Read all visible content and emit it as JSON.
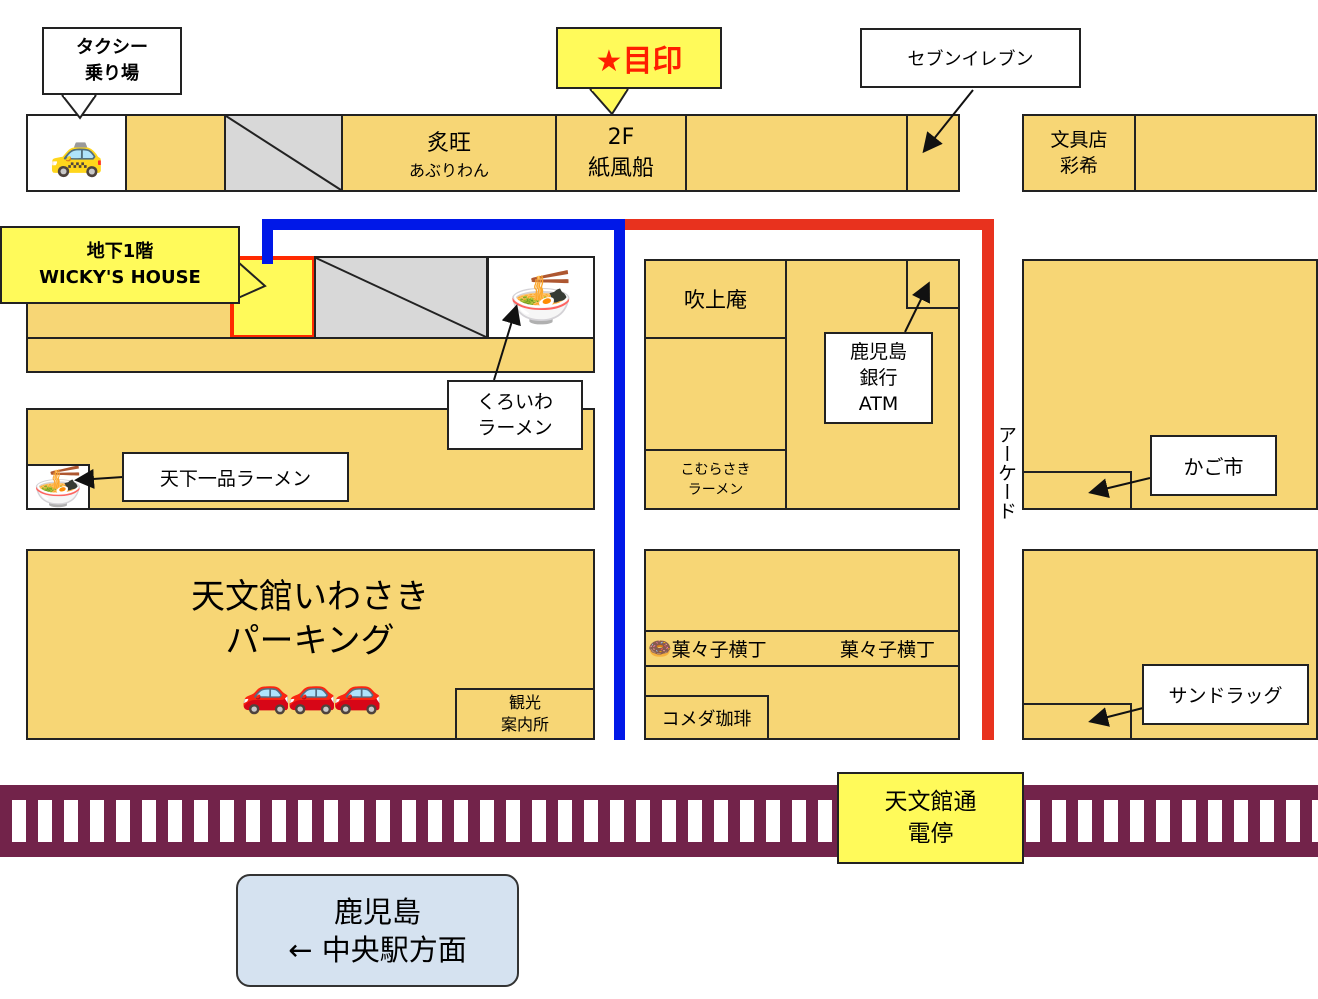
{
  "labels": {
    "taxi_callout": "タクシー\n乗り場",
    "landmark_callout": "★目印",
    "seven_eleven": "セブンイレブン",
    "aburiwan": "炙旺",
    "aburiwan_reading": "あぶりわん",
    "kamifusen_floor": "2F",
    "kamifusen": "紙風船",
    "bunguten": "文具店\n彩希",
    "wicky_callout": "地下1階\nWICKY'S HOUSE",
    "fukiageann": "吹上庵",
    "kagoshima_bank": "鹿児島\n銀行\nATM",
    "komurasaki": "こむらさき\nラーメン",
    "arcade": "アーケード",
    "kaichi": "かご市",
    "kuroiwa": "くろいわ\nラーメン",
    "tenka_ippin": "天下一品ラーメン",
    "parking": "天文館いわさき\nパーキング",
    "kanko": "観光\n案内所",
    "kashiko_yokocho_1": "菓々子横丁",
    "kashiko_yokocho_2": "菓々子横丁",
    "komeda": "コメダ珈琲",
    "sundrug": "サンドラッグ",
    "tram_stop": "天文館通\n電停",
    "direction": "鹿児島\n← 中央駅方面"
  },
  "icons": {
    "taxi": "🚕",
    "ramen": "🍜",
    "donut": "🍩",
    "cars": "🚗🚗🚗"
  },
  "colors": {
    "block": "#f7d675",
    "blue_route": "#0018e8",
    "red_route": "#e8321e",
    "tram": "#72234a",
    "wicky": "#ff2a00",
    "callout": "#fffa5a",
    "direction_box": "#d5e2f0"
  }
}
